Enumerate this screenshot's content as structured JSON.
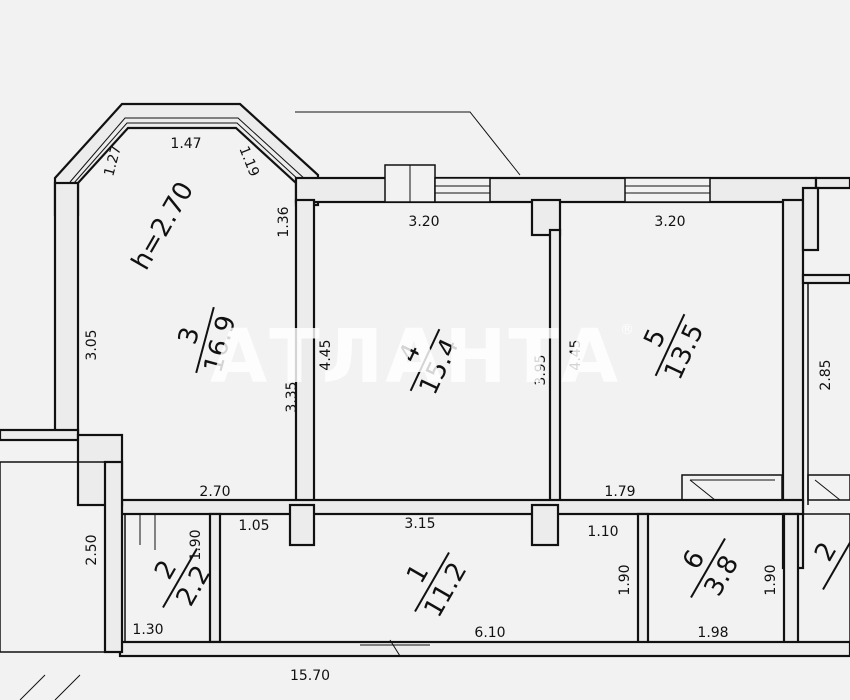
{
  "ceiling_height": "h=2.70",
  "rooms": [
    {
      "number": "3",
      "area": "16.9"
    },
    {
      "number": "4",
      "area": "15.4"
    },
    {
      "number": "5",
      "area": "13.5"
    },
    {
      "number": "1",
      "area": "11.2"
    },
    {
      "number": "2",
      "area": "2.2"
    },
    {
      "number": "6",
      "area": "3.8"
    },
    {
      "number": "2",
      "area": ""
    }
  ],
  "dimensions": {
    "bay_left": "1.27",
    "bay_top": "1.47",
    "bay_right": "1.19",
    "r3_right_upper": "1.36",
    "r3_left": "3.05",
    "r3_right_lower": "3.35",
    "r3_bottom": "2.70",
    "r4_top": "3.20",
    "r4_left": "4.45",
    "r4_right": "3.95",
    "r5_top": "3.20",
    "r5_left": "4.45",
    "r5_bottom": "1.79",
    "right_edge": "2.85",
    "hall_top_left": "1.05",
    "hall_top": "3.15",
    "hall_top_right": "1.10",
    "hall_right": "1.90",
    "hall_bottom": "6.10",
    "r2_top": "1.90",
    "r2_bottom": "1.30",
    "left_room": "2.50",
    "r6_right": "1.90",
    "r6_bottom": "1.98",
    "total_bottom": "15.70"
  },
  "watermark": {
    "text": "АТЛАНТА",
    "mark": "®"
  }
}
